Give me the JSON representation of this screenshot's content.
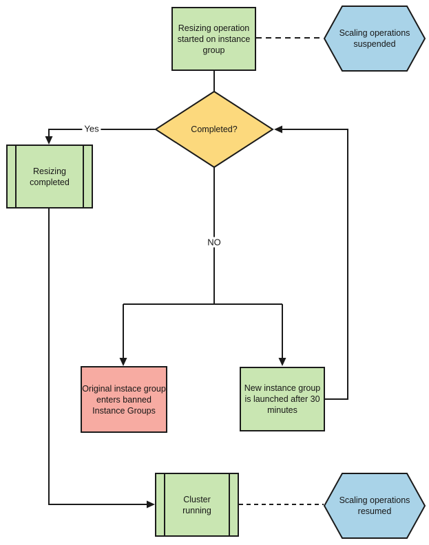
{
  "diagram": {
    "nodes": [
      {
        "id": "start",
        "shape": "process",
        "label": "Resizing operation started on instance group",
        "fill": "#c9e6b2"
      },
      {
        "id": "suspended",
        "shape": "hexagon",
        "label": "Scaling operations suspended",
        "fill": "#a9d3e8"
      },
      {
        "id": "decision",
        "shape": "decision",
        "label": "Completed?",
        "fill": "#fcd97d"
      },
      {
        "id": "resizing_completed",
        "shape": "predefined_process",
        "label": "Resizing completed",
        "fill": "#c9e6b2"
      },
      {
        "id": "banned",
        "shape": "process",
        "label": "Original instace group enters banned Instance Groups",
        "fill": "#f7aba2"
      },
      {
        "id": "new_group",
        "shape": "process",
        "label": "New instance group is launched after 30 minutes",
        "fill": "#c9e6b2"
      },
      {
        "id": "cluster",
        "shape": "predefined_process",
        "label": "Cluster running",
        "fill": "#c9e6b2"
      },
      {
        "id": "resumed",
        "shape": "hexagon",
        "label": "Scaling operations resumed",
        "fill": "#a9d3e8"
      }
    ],
    "edges": [
      {
        "from": "start",
        "to": "decision",
        "style": "solid",
        "label": ""
      },
      {
        "from": "start",
        "to": "suspended",
        "style": "dashed",
        "label": ""
      },
      {
        "from": "decision",
        "to": "resizing_completed",
        "style": "solid",
        "label": "Yes"
      },
      {
        "from": "decision",
        "to": "branch",
        "style": "solid",
        "label": "NO"
      },
      {
        "from": "branch",
        "to": "banned",
        "style": "solid",
        "label": ""
      },
      {
        "from": "branch",
        "to": "new_group",
        "style": "solid",
        "label": ""
      },
      {
        "from": "new_group",
        "to": "decision",
        "style": "solid",
        "label": ""
      },
      {
        "from": "resizing_completed",
        "to": "cluster",
        "style": "solid",
        "label": ""
      },
      {
        "from": "cluster",
        "to": "resumed",
        "style": "dashed",
        "label": ""
      }
    ],
    "colors": {
      "process_green": "#c9e6b2",
      "decision_yellow": "#fcd97d",
      "terminal_blue": "#a9d3e8",
      "warning_red": "#f7aba2",
      "stroke": "#1a1a1a"
    }
  }
}
